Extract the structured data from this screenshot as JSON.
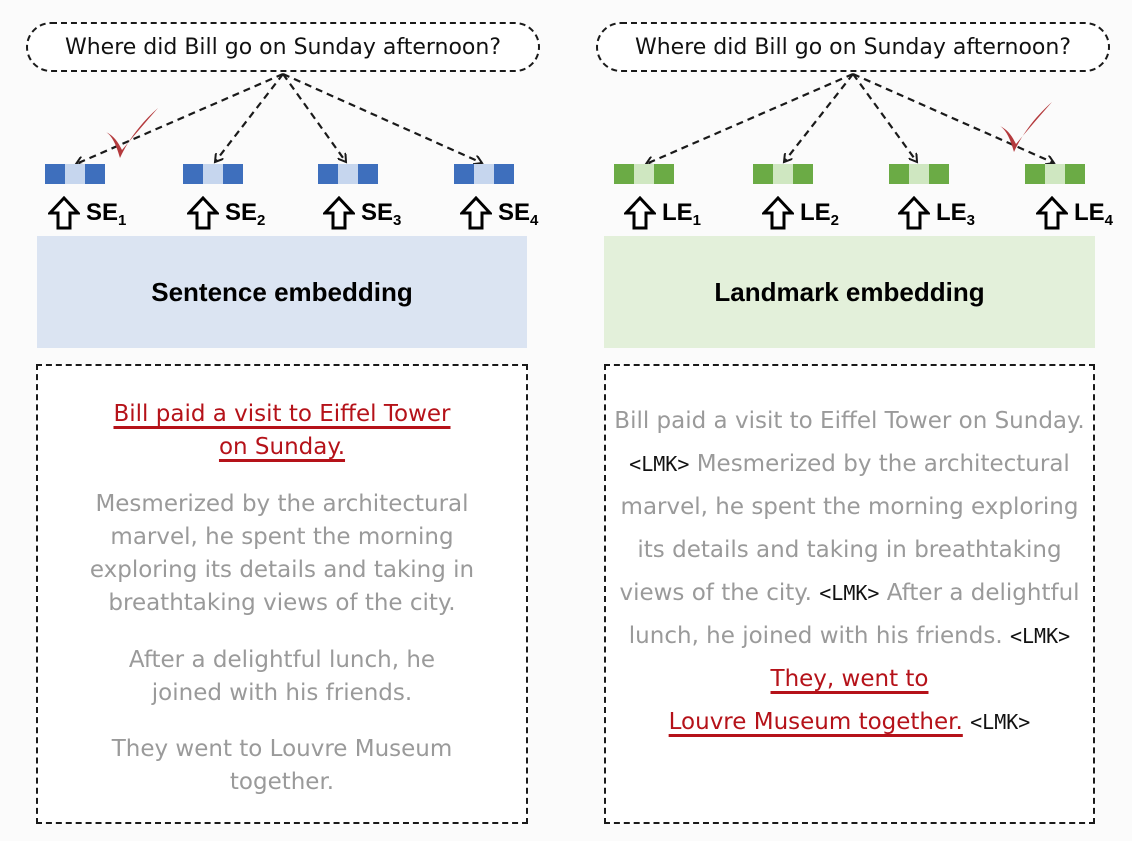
{
  "colors": {
    "sentence_token": "#3e6fbd",
    "sentence_token_light": "#c6d6ee",
    "landmark_token": "#6bab45",
    "landmark_token_light": "#cfe7c1",
    "highlight_red": "#b51219",
    "checkmark": "#b43a3d",
    "faded_text": "#9a9a9a"
  },
  "left": {
    "question": "Where did Bill go on Sunday afternoon?",
    "embedding_title": "Sentence embedding",
    "labels": [
      {
        "main": "SE",
        "sub": "1"
      },
      {
        "main": "SE",
        "sub": "2"
      },
      {
        "main": "SE",
        "sub": "3"
      },
      {
        "main": "SE",
        "sub": "4"
      }
    ],
    "checked_index": 1,
    "text": {
      "hl_line1": "Bill paid a visit to Eiffel Tower",
      "hl_line2": "on Sunday.",
      "s2_lines": [
        "Mesmerized by the architectural",
        "marvel, he spent the morning",
        "exploring its details and taking in",
        "breathtaking views of the city."
      ],
      "s3_lines": [
        "After a delightful lunch, he",
        "joined with his friends."
      ],
      "s4_lines": [
        "They went to Louvre Museum",
        "together."
      ]
    }
  },
  "right": {
    "question": "Where did Bill go on Sunday afternoon?",
    "embedding_title": "Landmark embedding",
    "labels": [
      {
        "main": "LE",
        "sub": "1"
      },
      {
        "main": "LE",
        "sub": "2"
      },
      {
        "main": "LE",
        "sub": "3"
      },
      {
        "main": "LE",
        "sub": "4"
      }
    ],
    "checked_index": 4,
    "text": {
      "p1": "Bill paid a visit to Eiffel Tower on Sunday.",
      "p2": "Mesmerized by the architectural marvel, he spent the morning exploring its details and taking in breathtaking views of the city.",
      "p3": "After a delightful lunch, he joined with his friends.",
      "p4_line1": "They, went to",
      "p4_line2": "Louvre Museum together.",
      "lmk": "<LMK>"
    }
  }
}
